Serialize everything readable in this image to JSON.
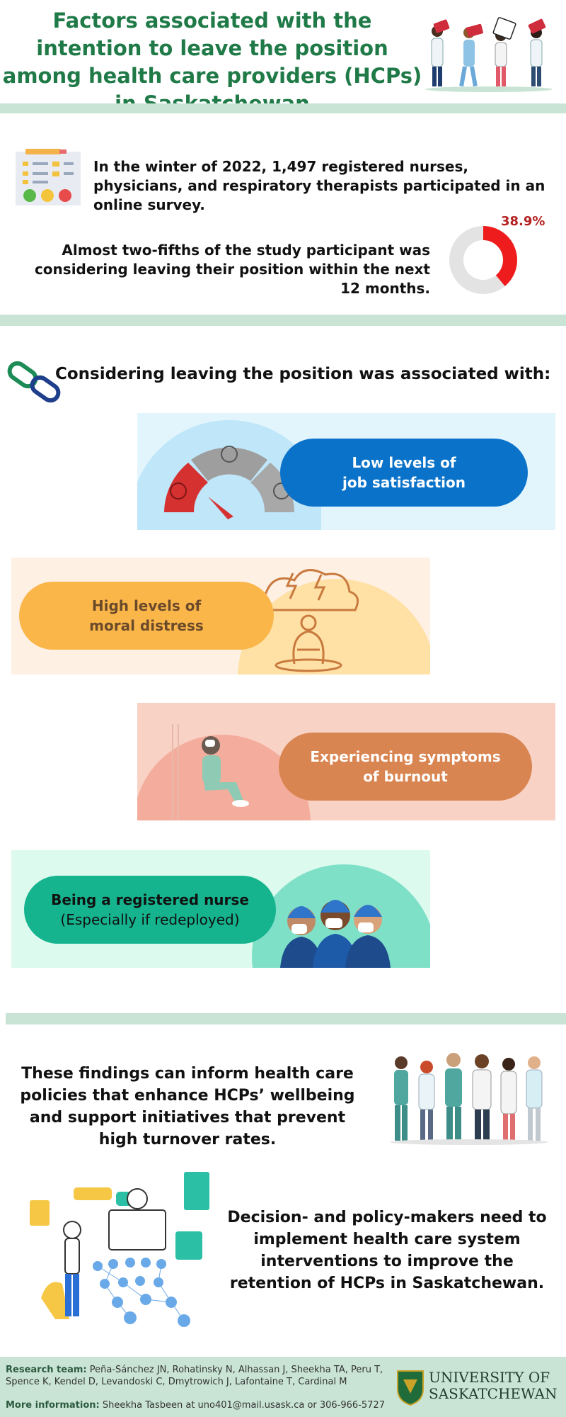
{
  "header": {
    "title": "Factors associated with the intention to leave the position among health care providers (HCPs) in Saskatchewan"
  },
  "survey": {
    "text": "In the winter of 2022, 1,497 registered nurses, physicians, and respiratory therapists participated in an online survey."
  },
  "leaving": {
    "text": "Almost two-fifths of the study participant was considering leaving their position within the next 12 months.",
    "percent_label": "38.9%",
    "percent_value": 38.9
  },
  "associations": {
    "title": "Considering leaving the position was associated with:",
    "items": [
      {
        "line1": "Low levels of",
        "line2": "job satisfaction"
      },
      {
        "line1": "High levels of",
        "line2": "moral distress"
      },
      {
        "line1": "Experiencing symptoms",
        "line2": "of burnout"
      },
      {
        "line1": "Being a registered nurse",
        "line2": "(Especially if redeployed)"
      }
    ]
  },
  "findings": {
    "text": "These findings can inform health care policies that enhance HCPs’ wellbeing and support initiatives that prevent high turnover rates."
  },
  "decision": {
    "text": "Decision- and policy-makers need to implement health care system interventions to improve the retention of HCPs in Saskatchewan."
  },
  "footer": {
    "team_label": "Research team:",
    "team_names_1": "Peña-Sánchez JN, Rohatinsky N, Alhassan J, Sheekha TA, Peru T,",
    "team_names_2": "Spence K, Kendel D, Levandoski C, Dmytrowich J, Lafontaine T, Cardinal M",
    "info_label": "More information:",
    "info_text": "Sheekha Tasbeen at uno401@mail.usask.ca or 306-966-5727",
    "university_1": "UNIVERSITY OF",
    "university_2": "SASKATCHEWAN"
  },
  "colors": {
    "title_green": "#1f7a47",
    "band_green": "#c9e4d5",
    "donut_red": "#ee1c1c",
    "donut_grey": "#e3e3e3",
    "pill_blue": "#0a73c9",
    "pill_orange": "#fbb64a",
    "pill_rust": "#d98551",
    "pill_teal": "#16b48e"
  }
}
